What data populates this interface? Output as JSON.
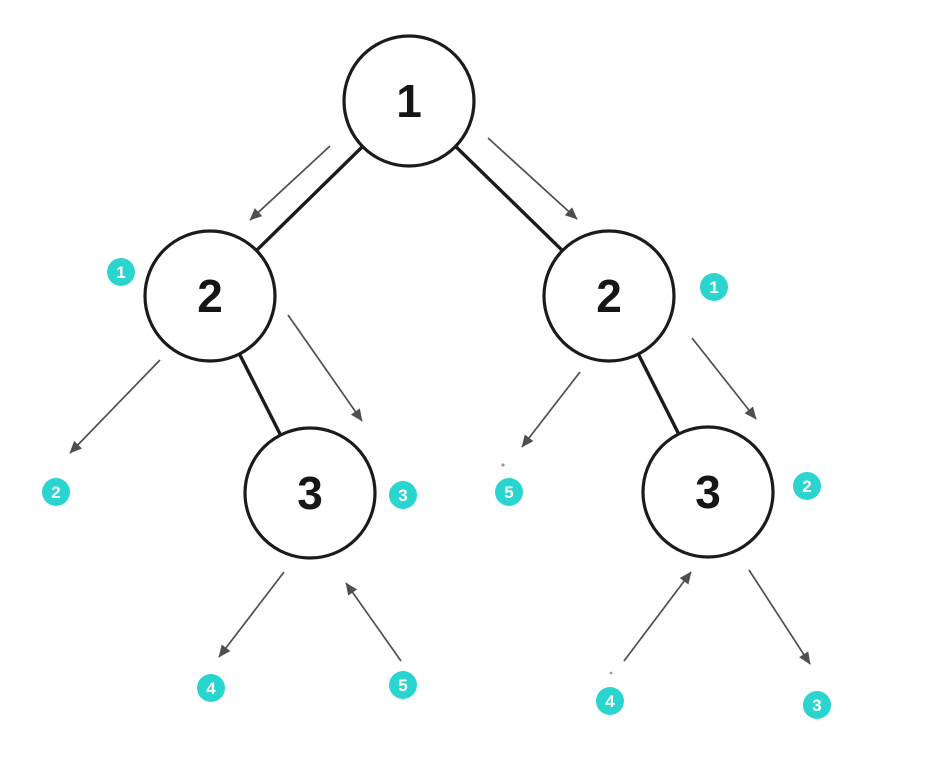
{
  "diagram": {
    "colors": {
      "badge": "#29d5ce",
      "ink": "#1b1b1b",
      "arrow": "#4f4f4f",
      "badge_text": "#ffffff",
      "background": "#ffffff"
    },
    "nodes": [
      {
        "label": "1"
      },
      {
        "label": "2"
      },
      {
        "label": "2"
      },
      {
        "label": "3"
      },
      {
        "label": "3"
      }
    ],
    "badges": [
      {
        "label": "1"
      },
      {
        "label": "1"
      },
      {
        "label": "2"
      },
      {
        "label": "3"
      },
      {
        "label": "5"
      },
      {
        "label": "2"
      },
      {
        "label": "4"
      },
      {
        "label": "5"
      },
      {
        "label": "4"
      },
      {
        "label": "3"
      }
    ]
  }
}
